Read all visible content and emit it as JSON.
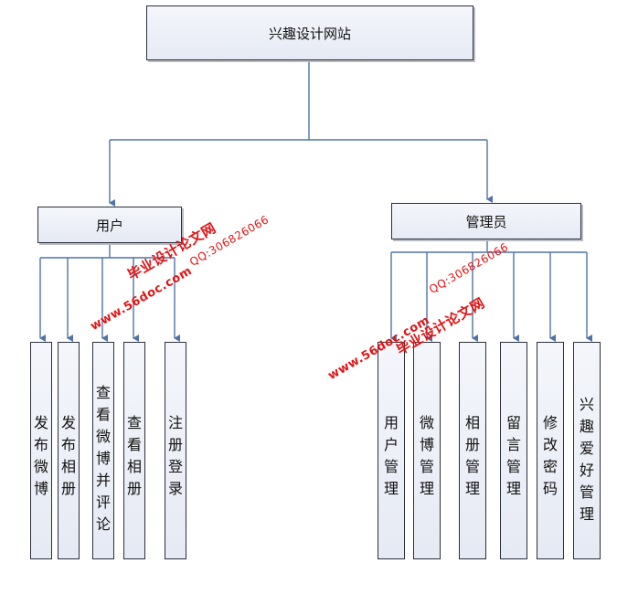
{
  "root": {
    "label": "兴趣设计网站"
  },
  "user": {
    "label": "用户",
    "items": [
      "发布微博",
      "发布相册",
      "查看微博并评论",
      "查看相册",
      "注册登录"
    ]
  },
  "admin": {
    "label": "管理员",
    "items": [
      "用户管理",
      "微博管理",
      "相册管理",
      "留言管理",
      "修改密码",
      "兴趣爱好管理"
    ]
  },
  "watermark": {
    "left_brand": "毕业设计论文网",
    "left_site": "www.56doc.com",
    "left_qq": "QQ:306826066",
    "right_brand": "毕业设计论文网",
    "right_site": "www.56doc.com",
    "right_qq": "QQ:306826066"
  },
  "colors": {
    "connector": "#4f73a6",
    "box_border": "#2b2f3a",
    "box_fill": "#e6eaf4",
    "watermark": "#e11414"
  }
}
